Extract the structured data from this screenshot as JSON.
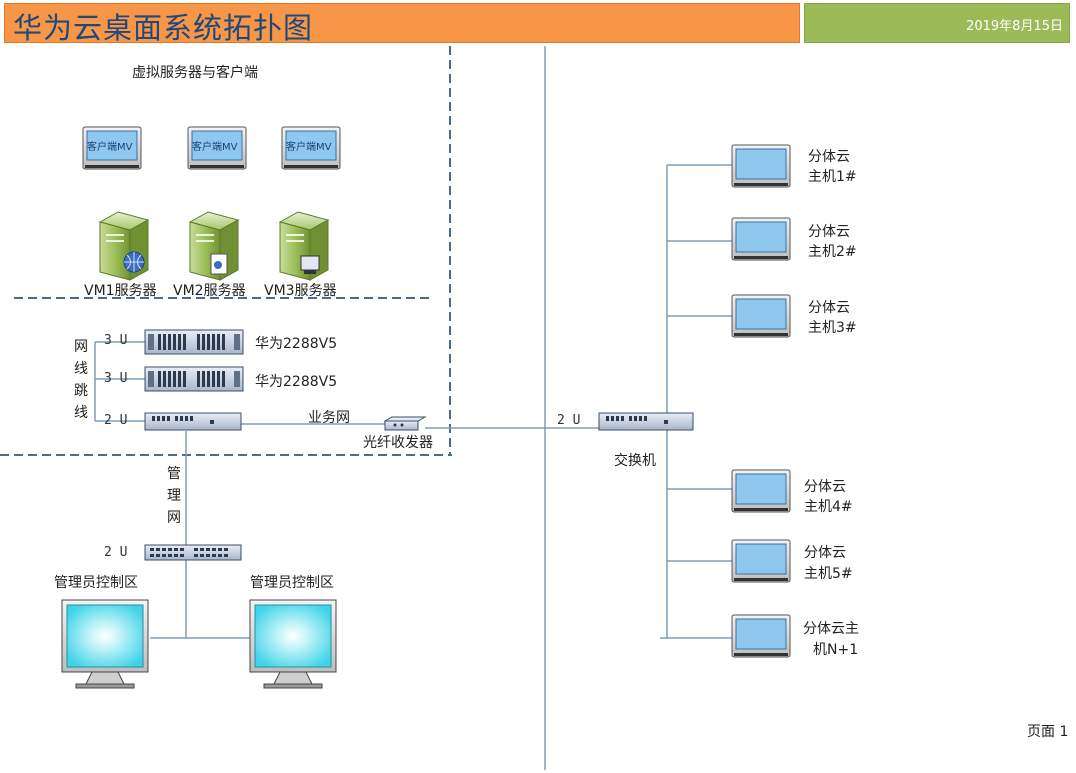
{
  "header": {
    "title": "华为云桌面系统拓扑图",
    "date": "2019年8月15日"
  },
  "vm_zone": {
    "title": "虚拟服务器与客户端",
    "clients": [
      "客户端MV",
      "客户端MV",
      "客户端MV"
    ],
    "servers": [
      "VM1服务器",
      "VM2服务器",
      "VM3服务器"
    ]
  },
  "rack": {
    "units": [
      "3 U",
      "3 U",
      "2 U"
    ],
    "server_labels": [
      "华为2288V5",
      "华为2288V5"
    ],
    "cable_label": "网线跳线"
  },
  "links": {
    "business_net": "业务网",
    "transceiver": "光纤收发器",
    "mgmt_net": "管理网",
    "mgmt_switch_unit": "2 U"
  },
  "admin": {
    "consoles": [
      "管理员控制区",
      "管理员控制区"
    ]
  },
  "core_switch": {
    "unit": "2 U",
    "label": "交换机"
  },
  "terminals": [
    {
      "line1": "分体云",
      "line2": "主机1#"
    },
    {
      "line1": "分体云",
      "line2": "主机2#"
    },
    {
      "line1": "分体云",
      "line2": "主机3#"
    },
    {
      "line1": "分体云",
      "line2": "主机4#"
    },
    {
      "line1": "分体云",
      "line2": "主机5#"
    },
    {
      "line1": "分体云主",
      "line2": "机N+1"
    }
  ],
  "footer": {
    "page": "页面 1"
  },
  "colors": {
    "title_bar": "#f79646",
    "date_bar": "#9bbb59",
    "title_text": "#1f497d",
    "line": "#7f9db9",
    "dashed": "#4a6b8a",
    "screen": "#8ec8ef",
    "server_green": "#8cb04a"
  }
}
